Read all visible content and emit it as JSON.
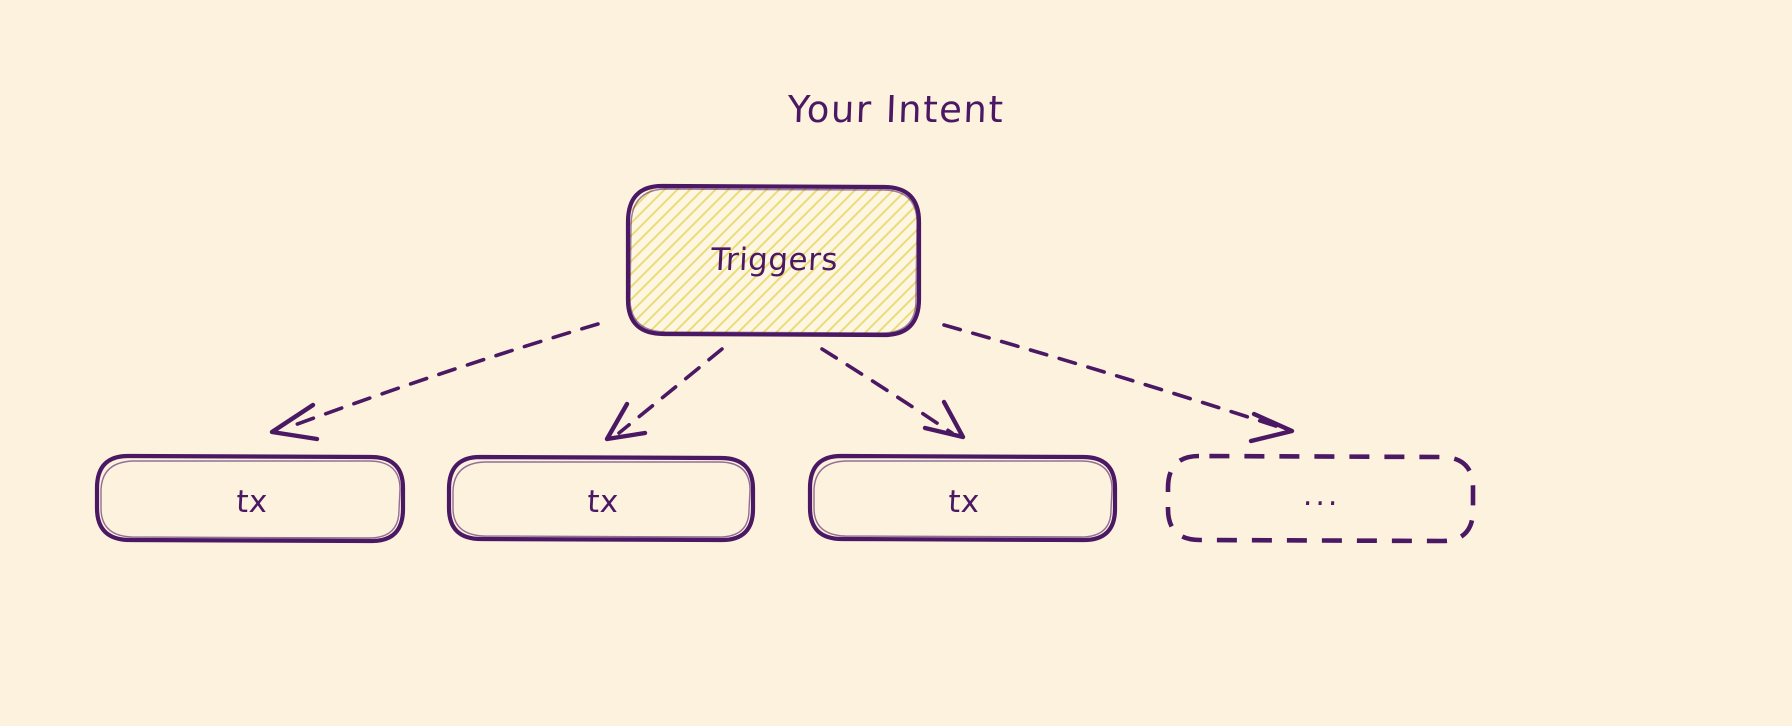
{
  "diagram": {
    "background_color": "#fdf2de",
    "ink_color": "#4b1864",
    "hatch_color": "#ecdc7a",
    "title": "Your Intent",
    "root": {
      "label": "Triggers",
      "fill": "hatched-yellow",
      "border": "solid"
    },
    "children": [
      {
        "label": "tx",
        "border": "solid",
        "name": "tx-box-1"
      },
      {
        "label": "tx",
        "border": "solid",
        "name": "tx-box-2"
      },
      {
        "label": "tx",
        "border": "solid",
        "name": "tx-box-3"
      },
      {
        "label": "...",
        "border": "dashed",
        "name": "ellipsis-box"
      }
    ],
    "connectors": [
      {
        "from": "Triggers",
        "to": "tx",
        "style": "dashed",
        "arrowhead": "open-v",
        "direction": "down-left"
      },
      {
        "from": "Triggers",
        "to": "tx",
        "style": "dashed",
        "arrowhead": "open-v",
        "direction": "down-left"
      },
      {
        "from": "Triggers",
        "to": "tx",
        "style": "dashed",
        "arrowhead": "open-v",
        "direction": "down-right"
      },
      {
        "from": "Triggers",
        "to": "...",
        "style": "dashed",
        "arrowhead": "open-v",
        "direction": "down-right"
      }
    ]
  }
}
